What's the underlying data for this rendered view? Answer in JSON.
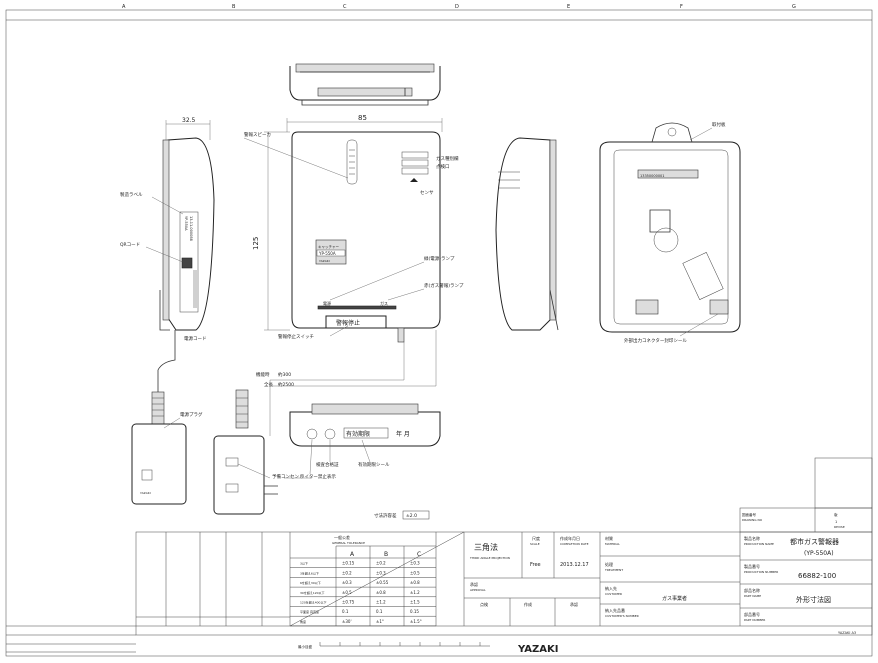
{
  "border_cols": [
    "A",
    "B",
    "C",
    "D",
    "E",
    "F",
    "G"
  ],
  "labels": {
    "speaker": "警報スピーカ",
    "gas_type": "ガス種別欄",
    "vent": "点検口",
    "sensor": "センサ",
    "mfg_label": "製造ラベル",
    "qr_code": "QRコード",
    "power_lamp": "緑(電源)ランプ",
    "gas_lamp": "赤(ガス警報)ランプ",
    "power_cord": "電源コード",
    "stop_switch": "警報停止スイッチ",
    "ext_len": "機能時",
    "ext_len_val": "約300",
    "total_len": "全長",
    "total_len_val": "約2500",
    "power_plug": "電源プラグ",
    "spare_outlet": "予備コンセント",
    "lighter_stop": "ライター禁止表示",
    "inspection_mark": "検査合格証",
    "expiry_seal": "有効期限シール",
    "mount_plate": "取付板",
    "ext_connector": "外部出力コネクター封印シール",
    "tolerance": "寸法許容差",
    "tolerance_val": "±2.0",
    "brand_on_device": "キャッチャー",
    "model_on_device": "YP-550A",
    "maker_on_device": "YAZAKI",
    "led_power": "電源",
    "led_gas": "ガス",
    "stop_text": "警報停止",
    "expiry_text": "有効期限",
    "year_month": "年  月",
    "serial_a": "YP-550A",
    "serial_b": "13-11-000088",
    "barcode_num": "13350000001"
  },
  "dims": {
    "width": "85",
    "depth": "32.5",
    "height": "125"
  },
  "title_block": {
    "general_tol": "一般公差",
    "general_tol_en": "GENERAL TOLERANCE",
    "cols": [
      "A",
      "B",
      "C"
    ],
    "rows": [
      [
        "±0.15",
        "±0.2",
        "±0.3"
      ],
      [
        "±0.2",
        "±0.3",
        "±0.5"
      ],
      [
        "±0.3",
        "±0.55",
        "±0.8"
      ],
      [
        "±0.5",
        "±0.8",
        "±1.2"
      ],
      [
        "±0.75",
        "±1.2",
        "±1.5"
      ],
      [
        "0.1",
        "0.1",
        "0.15"
      ],
      [
        "±30'",
        "±1°",
        "±1.5°"
      ]
    ],
    "row_labels": [
      "3以下",
      "3を超え6以下",
      "6を超え30以下",
      "30を超え120以下",
      "120を超え400以下",
      "平面度 真直度",
      "角度"
    ],
    "third_angle": "三角法",
    "third_angle_en": "THIRD ANGLE PROJECTION",
    "scale_label": "尺度",
    "scale_en": "SCALE",
    "scale_val": "Free",
    "date_label": "作成年月日",
    "date_en": "COMPLETION DATE",
    "date_val": "2013.12.17",
    "approval": "承認",
    "approval_en": "APPROVAL",
    "inspected": "点検",
    "checked": "作成",
    "drawn": "承認",
    "material": "材質",
    "material_en": "MATERIAL",
    "treatment": "処理",
    "treatment_en": "TREATMENT",
    "customer": "納入先",
    "customer_en": "CUSTOMER",
    "customer_val": "ガス事業者",
    "customer_no": "納入先品番",
    "customer_no_en": "CUSTOMER'S NUMBER",
    "product_name": "製品名称",
    "product_name_en": "PRODUCTION NAME",
    "product_name_val": "都市ガス警報器",
    "product_name_val2": "(YP-550A)",
    "product_no": "製品番号",
    "product_no_en": "PRODUCTION NUMBER",
    "product_no_val": "66882-100",
    "part_name": "部品名称",
    "part_name_en": "PART NAME",
    "part_name_val": "外形寸法図",
    "part_no": "部品番号",
    "part_no_en": "PART NUMBER",
    "drawing_no": "図面番号",
    "drawing_no_en": "DRAWING NO",
    "revision": "版",
    "revision_en": "REVISE",
    "revision_val": "1",
    "sheet_size": "YAZAKI A3",
    "company": "YAZAKI",
    "min_scale": "最小目盛"
  }
}
